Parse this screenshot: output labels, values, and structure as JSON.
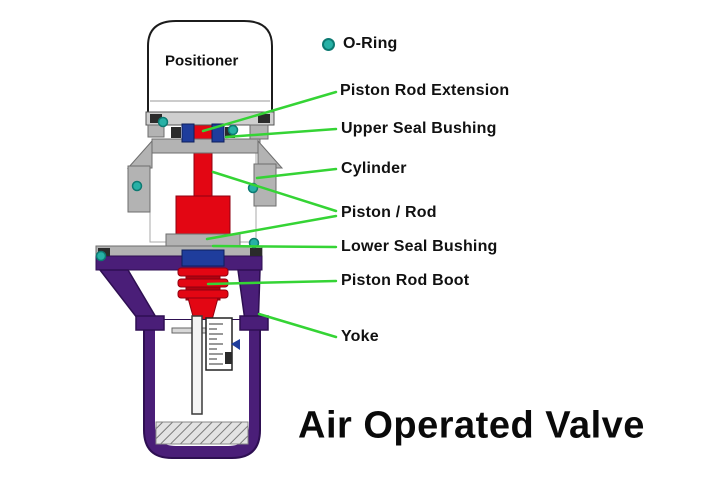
{
  "title": "Air Operated Valve",
  "legend": {
    "o_ring_label": "O-Ring"
  },
  "diagram": {
    "positioner_label": "Positioner",
    "labels": {
      "piston_rod_extension": "Piston Rod Extension",
      "upper_seal_bushing": "Upper Seal Bushing",
      "cylinder": "Cylinder",
      "piston_rod": "Piston / Rod",
      "lower_seal_bushing": "Lower Seal Bushing",
      "piston_rod_boot": "Piston Rod Boot",
      "yoke": "Yoke"
    }
  },
  "colors": {
    "leader_line": "#35d435",
    "o_ring": "#27b1a6",
    "o_ring_edge": "#0d7a72",
    "rod_red": "#e30613",
    "boot_dark_red": "#b20310",
    "bushing_blue": "#1f3d9c",
    "body_gray": "#b3b3b3",
    "yoke_purple": "#4a1e78",
    "text": "#111111"
  }
}
